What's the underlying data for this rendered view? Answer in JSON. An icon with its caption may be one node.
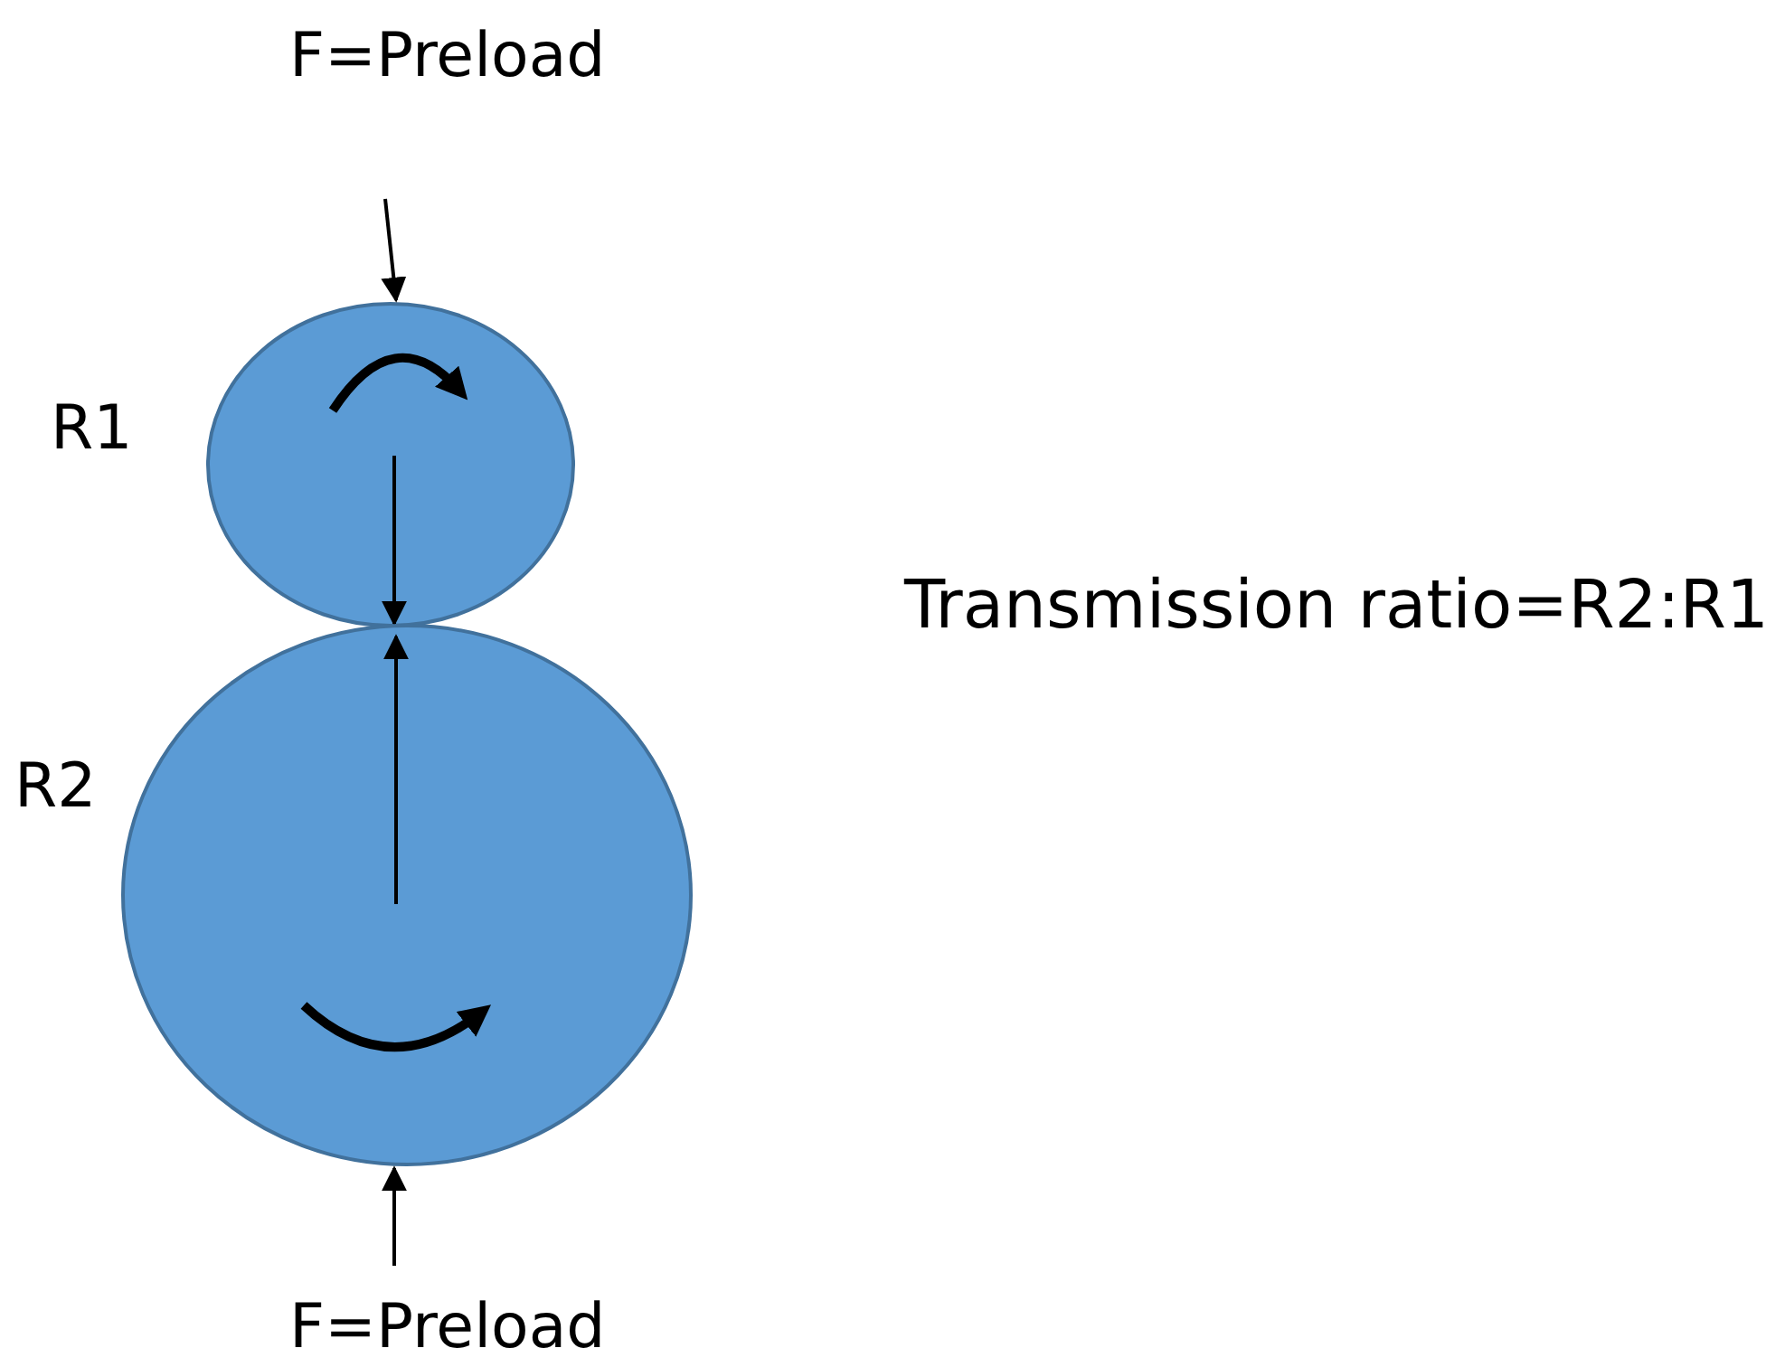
{
  "diagram": {
    "nodes": [
      {
        "text": [],
        "shape": "circle",
        "beside": [
          "R1"
        ]
      },
      {
        "text": [],
        "shape": "circle",
        "beside": [
          "R2"
        ]
      }
    ],
    "labels": [
      "F=Preload",
      "Transmission ratio=R2:R1",
      "F=Preload"
    ]
  }
}
